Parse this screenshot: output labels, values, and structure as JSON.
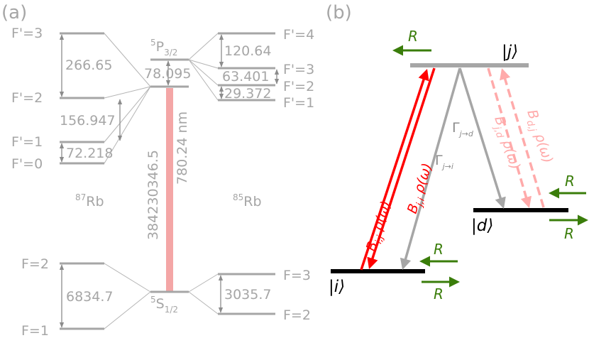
{
  "panel_a": {
    "label": "(a)",
    "rb87": {
      "isotope_mass": "87",
      "isotope_symbol": "Rb",
      "excited_levels": [
        "F'=3",
        "F'=2",
        "F'=1",
        "F'=0"
      ],
      "excited_splittings": [
        "266.65",
        "156.947",
        "72.218"
      ],
      "ground_levels": [
        "F=2",
        "F=1"
      ],
      "ground_splitting": "6834.7"
    },
    "rb85": {
      "isotope_mass": "85",
      "isotope_symbol": "Rb",
      "excited_levels": [
        "F'=4",
        "F'=3",
        "F'=2",
        "F'=1"
      ],
      "excited_splittings": [
        "120.64",
        "63.401",
        "29.372"
      ],
      "ground_levels": [
        "F=3",
        "F=2"
      ],
      "ground_splitting": "3035.7"
    },
    "fine": {
      "excited_state": {
        "sup": "5",
        "main": "P",
        "sub": "3/2"
      },
      "ground_state": {
        "sup": "5",
        "main": "S",
        "sub": "1/2"
      },
      "isotope_shift": "78.095",
      "frequency": "384230346.5",
      "wavelength": "780.24 nm"
    },
    "colors": {
      "level": "#a6a6a6",
      "d2_line": "#f4a6a6"
    }
  },
  "panel_b": {
    "label": "(b)",
    "states": {
      "j": "|j⟩",
      "i": "|i⟩",
      "d": "|d⟩"
    },
    "drive_label": "R",
    "rates": {
      "gamma_jd": {
        "base": "Γ",
        "sub": "j→d"
      },
      "gamma_ji": {
        "base": "Γ",
        "sub": "j→i"
      },
      "b_ij": {
        "base": "B",
        "sub": "i,j",
        "tail": " ρ(ω)"
      },
      "b_ji": {
        "base": "B",
        "sub": "j,i",
        "tail": " ρ(ω)"
      },
      "b_dj": {
        "base": "B",
        "sub": "d,j",
        "tail": " ρ(ω)"
      },
      "b_jd": {
        "base": "B",
        "sub": "j,d",
        "tail": " ρ(ω)"
      }
    },
    "colors": {
      "stimulated": "#ff0000",
      "stimulated_dark": "#ffaaaa",
      "decay": "#a6a6a6",
      "drive": "#3a7d0a",
      "ground_level": "#000000"
    }
  }
}
